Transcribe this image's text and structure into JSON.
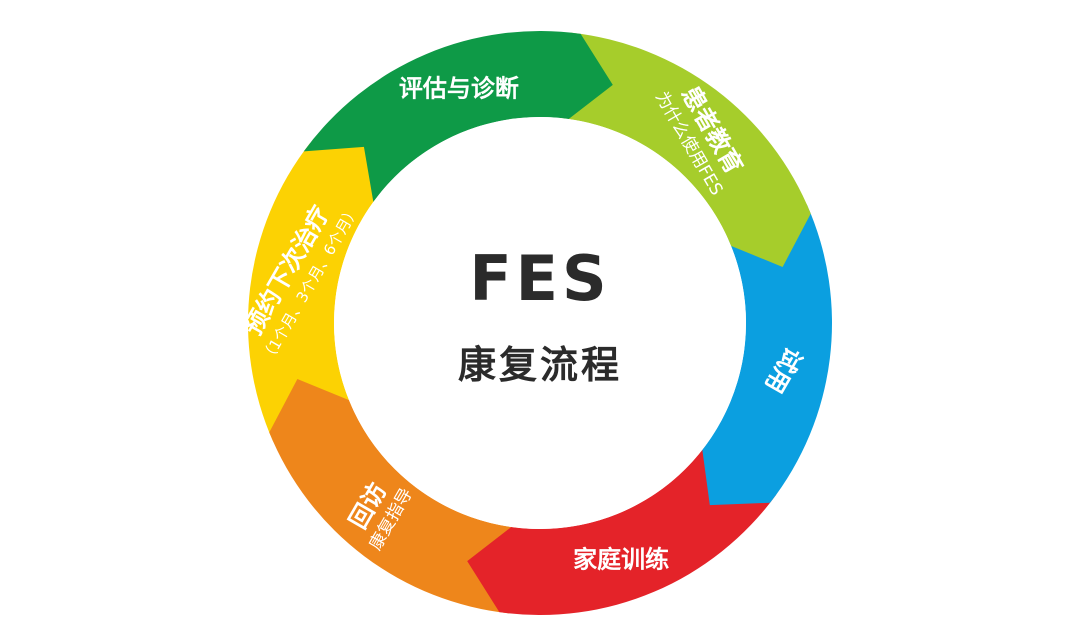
{
  "center": {
    "title": "FES",
    "subtitle": "康复流程"
  },
  "segments": [
    {
      "id": "assess",
      "label": "评估与诊断",
      "sub": "",
      "color": "#0e9a47"
    },
    {
      "id": "educate",
      "label": "患者教育",
      "sub": "为什么使用FES",
      "color": "#a6cd2b"
    },
    {
      "id": "trial",
      "label": "试用",
      "sub": "",
      "color": "#0b9fe0"
    },
    {
      "id": "home",
      "label": "家庭训练",
      "sub": "",
      "color": "#e42329"
    },
    {
      "id": "followup",
      "label": "回访",
      "sub": "康复指导",
      "color": "#ee861b"
    },
    {
      "id": "schedule",
      "label": "预约下次治疗",
      "sub": "（1个月、3个月、6个月）",
      "color": "#fcd203"
    }
  ]
}
